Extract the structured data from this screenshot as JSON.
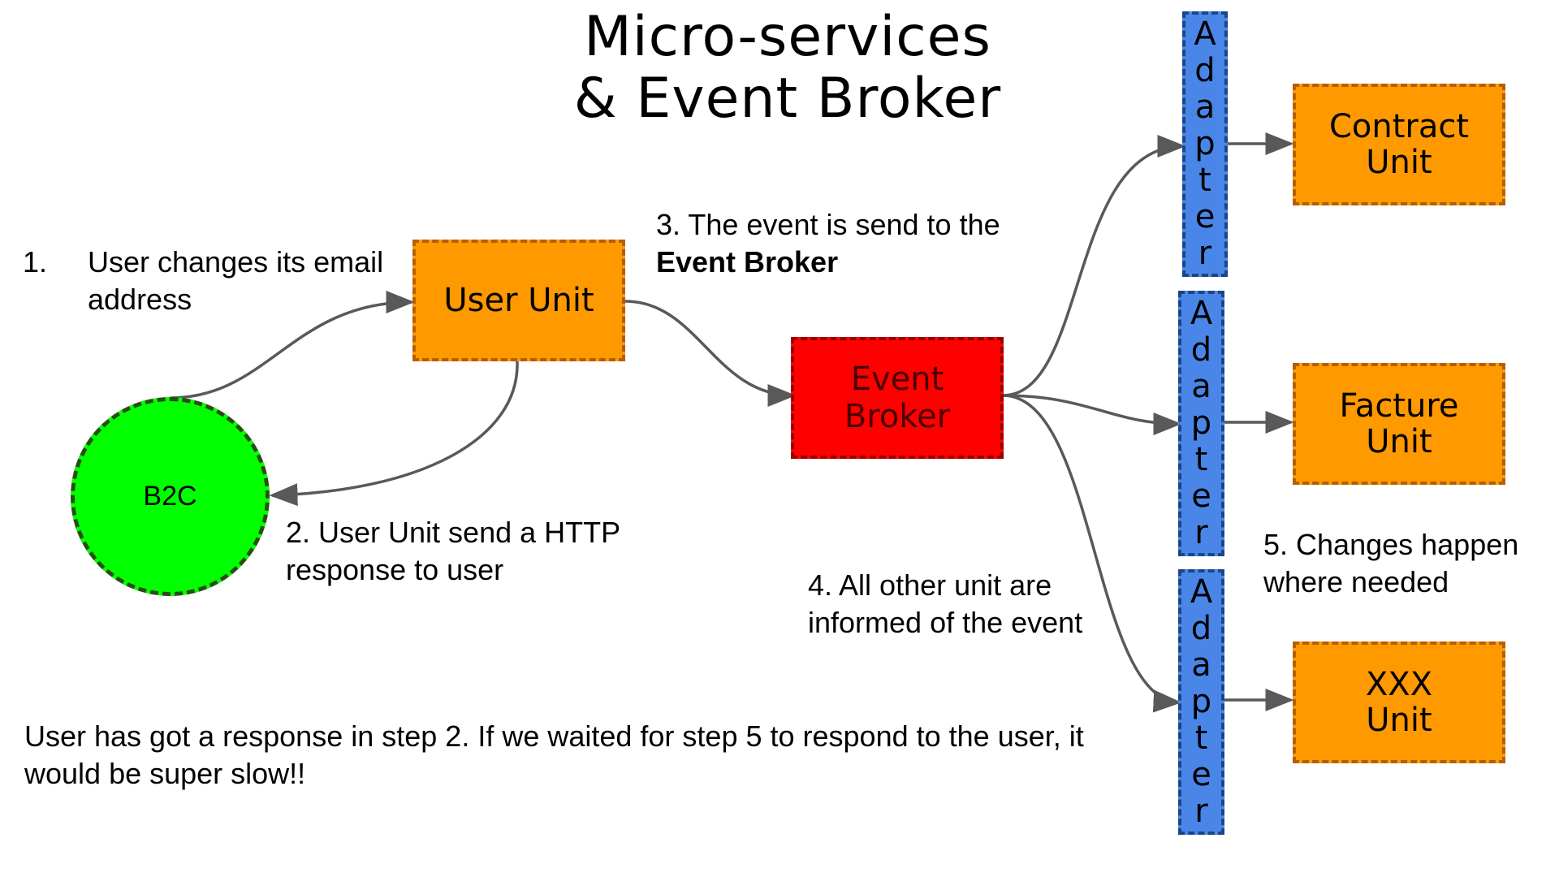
{
  "title": {
    "line1": "Micro-services",
    "line2": "& Event Broker"
  },
  "nodes": {
    "b2c": "B2C",
    "user_unit": "User Unit",
    "event_broker": "Event\nBroker",
    "contract_unit": "Contract\nUnit",
    "facture_unit": "Facture\nUnit",
    "xxx_unit": "XXX\nUnit",
    "adapter": "Adapter"
  },
  "notes": {
    "step1_number": "1.",
    "step1_text": "User changes its email address",
    "step2": "2. User Unit send a HTTP response to user",
    "step3_prefix": "3. The event is send to the",
    "step3_bold": "Event Broker",
    "step4": "4. All other unit are informed of the event",
    "step5": "5. Changes happen where needed",
    "footer": "User has got a response in step 2. If we waited for step 5 to respond to the user, it would be super slow!!"
  },
  "colors": {
    "user_unit": "#ff9900",
    "event_broker": "#ff0000",
    "b2c": "#00ff00",
    "adapter": "#4a86e8",
    "arrow": "#595959"
  }
}
